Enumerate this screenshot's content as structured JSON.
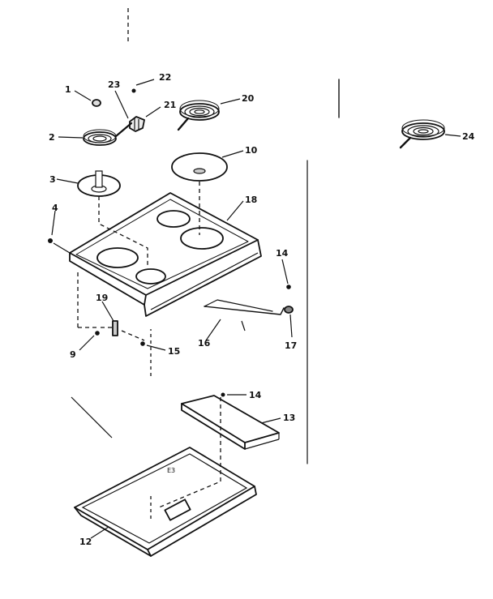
{
  "callouts": {
    "c1": "1",
    "c2": "2",
    "c3": "3",
    "c4": "4",
    "c9": "9",
    "c10": "10",
    "c12": "12",
    "c13": "13",
    "c14a": "14",
    "c14b": "14",
    "c15": "15",
    "c16": "16",
    "c17": "17",
    "c18": "18",
    "c19": "19",
    "c20": "20",
    "c21": "21",
    "c22": "22",
    "c23": "23",
    "c24": "24"
  },
  "part_marking": "E3"
}
